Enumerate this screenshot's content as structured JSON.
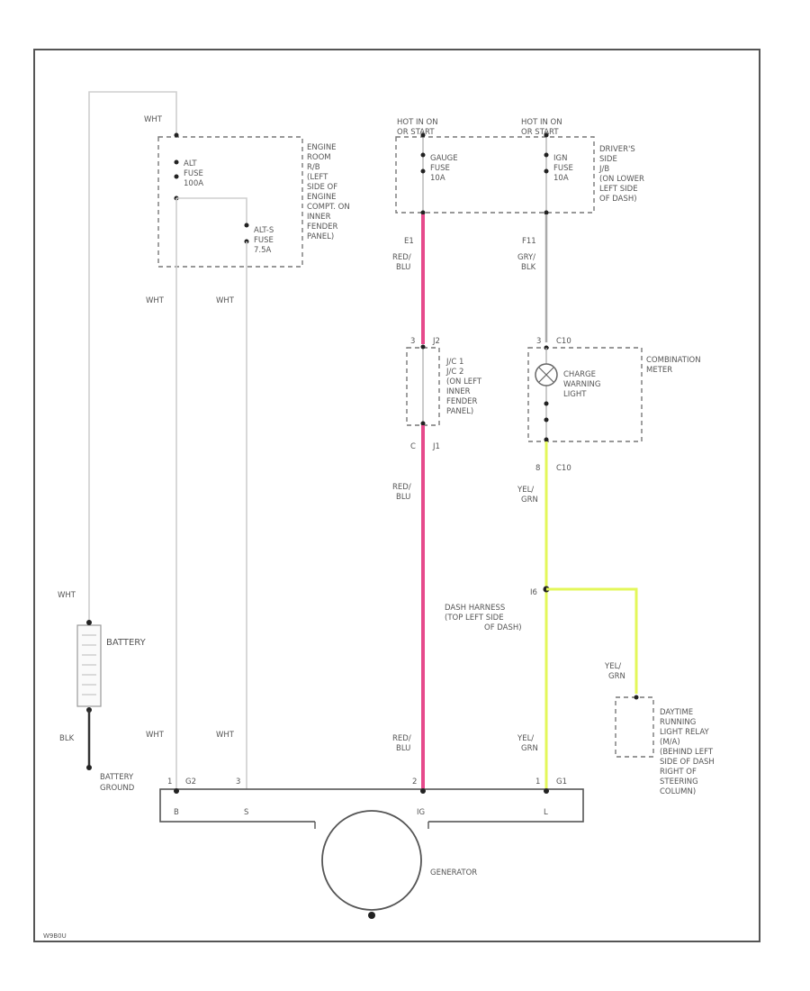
{
  "frame_label": "W9B0U",
  "fuse_block_1": {
    "wire_label": "WHT",
    "fuse_alt": [
      "ALT",
      "FUSE",
      "100A"
    ],
    "fuse_alt_s": [
      "ALT-S",
      "FUSE",
      "7.5A"
    ],
    "location": [
      "ENGINE",
      "ROOM",
      "R/B",
      "(LEFT",
      "SIDE OF",
      "ENGINE",
      "COMPT. ON",
      "INNER",
      "FENDER",
      "PANEL)"
    ]
  },
  "fuse_block_2": {
    "hot_label": [
      "HOT IN ON",
      "OR START"
    ],
    "fuse": [
      "GAUGE",
      "FUSE",
      "10A"
    ]
  },
  "fuse_block_3": {
    "hot_label": [
      "HOT IN ON",
      "OR START"
    ],
    "fuse": [
      "IGN",
      "FUSE",
      "10A"
    ],
    "location": [
      "DRIVER'S",
      "SIDE",
      "J/B",
      "(ON LOWER",
      "LEFT SIDE",
      "OF DASH)"
    ]
  },
  "wires": {
    "wht_a": "WHT",
    "wht_b": "WHT",
    "wht_c": "WHT",
    "wht_d": "WHT",
    "wht_e": "WHT",
    "blk": "BLK",
    "red_blu_1": [
      "RED/",
      "BLU"
    ],
    "red_blu_2": [
      "RED/",
      "BLU"
    ],
    "red_blu_3": [
      "RED/",
      "BLU"
    ],
    "gry_blk": [
      "GRY/",
      "BLK"
    ],
    "yel_grn_1": [
      "YEL/",
      "GRN"
    ],
    "yel_grn_2": [
      "YEL/",
      "GRN"
    ],
    "yel_grn_3": [
      "YEL/",
      "GRN"
    ]
  },
  "pins": {
    "gauge_out": "E1",
    "ign_out": "F11",
    "jc_top_a": "3",
    "jc_top_b": "J2",
    "jc_bot_a": "C",
    "jc_bot_b": "J1",
    "meter_top_a": "3",
    "meter_top_b": "C10",
    "meter_bot_a": "8",
    "meter_bot_b": "C10",
    "splice": "I6",
    "gen_b_a": "1",
    "gen_b_b": "G2",
    "gen_s": "3",
    "gen_ig": "2",
    "gen_l_a": "1",
    "gen_l_b": "G1"
  },
  "junction_connector": [
    "J/C 1",
    "J/C 2",
    "(ON LEFT",
    "INNER",
    "FENDER",
    "PANEL)"
  ],
  "combination_meter": {
    "title": [
      "COMBINATION",
      "METER"
    ],
    "lamp": [
      "CHARGE",
      "WARNING",
      "LIGHT"
    ]
  },
  "dash_harness": [
    "DASH HARNESS",
    "(TOP LEFT SIDE",
    "OF DASH)"
  ],
  "drl_relay": [
    "DAYTIME",
    "RUNNING",
    "LIGHT RELAY",
    "(M/A)",
    "(BEHIND LEFT",
    "SIDE OF DASH",
    "RIGHT OF",
    "STEERING",
    "COLUMN)"
  ],
  "battery": {
    "label": "BATTERY",
    "ground": [
      "BATTERY",
      "GROUND"
    ]
  },
  "generator": {
    "label": "GENERATOR",
    "terminals": [
      "B",
      "S",
      "IG",
      "L"
    ]
  },
  "colors": {
    "red_blu": "#e64a8c",
    "yel_grn": "#e3f75a",
    "gry_blk": "#aaaaaa",
    "wht": "#cfcfcf"
  }
}
